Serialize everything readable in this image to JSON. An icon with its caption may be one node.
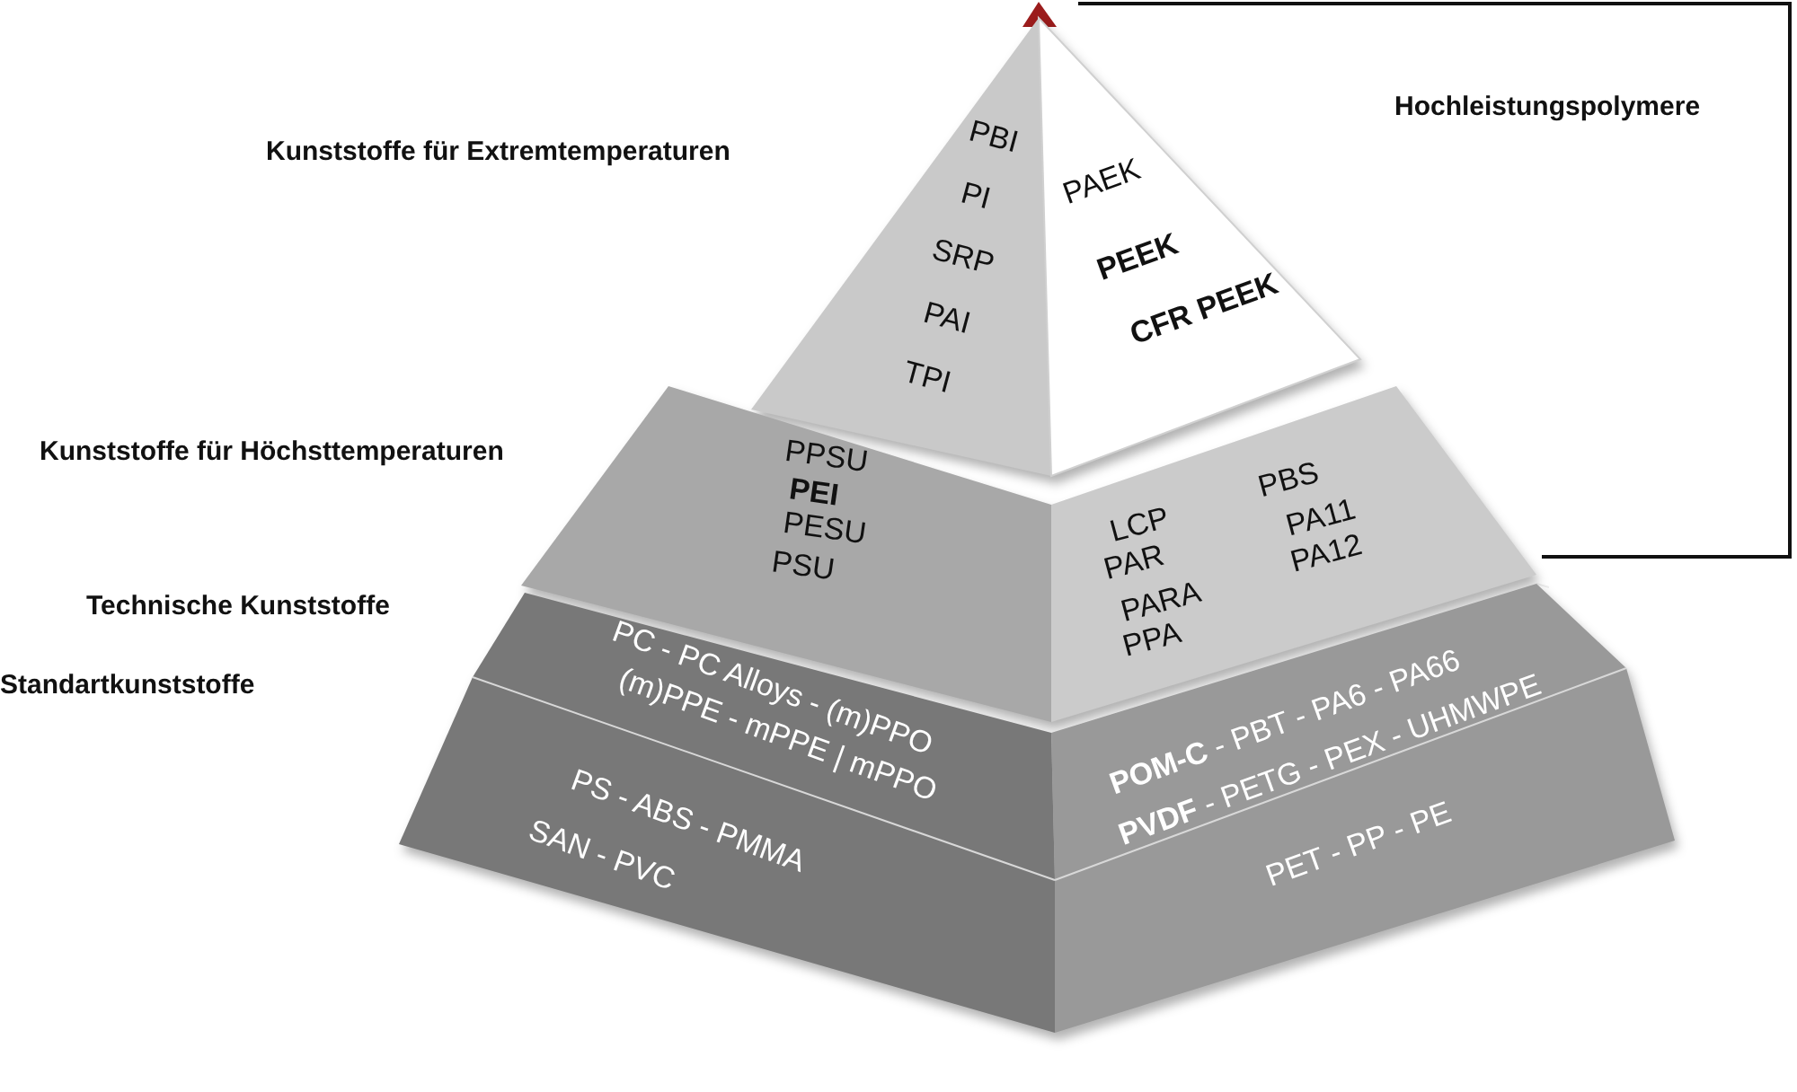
{
  "diagram": {
    "nodes": [
      {
        "text": [
          "PBI",
          "PI",
          "SRP",
          "PAI",
          "TPI"
        ]
      },
      {
        "text": [
          "PAEK",
          "**PEEK**",
          "**CFR PEEK**"
        ]
      },
      {
        "text": [
          "PPSU",
          "**PEI**",
          "PESU",
          "PSU"
        ]
      },
      {
        "text": [
          "LCP",
          "PAR",
          "PARA",
          "PPA",
          "PBS",
          "PA11",
          "PA12"
        ]
      },
      {
        "text": [
          "PC - PC Alloys - (m)PPO",
          "(m)PPE - mPPE | mPPO"
        ]
      },
      {
        "text": [
          "PS - ABS - PMMA",
          "SAN - PVC"
        ]
      },
      {
        "text": [
          "**POM-C** - PBT - PA6 - PA66",
          "**PVDF** - PETG - PEX - UHMWPE"
        ]
      },
      {
        "text": [
          "PET - PP - PE"
        ]
      }
    ],
    "labels": [
      "Kunststoffe für Extremtemperaturen",
      "Hochleistungspolymere",
      "Kunststoffe für Höchsttemperaturen",
      "Technische Kunststoffe",
      "Standartkunststoffe"
    ]
  }
}
